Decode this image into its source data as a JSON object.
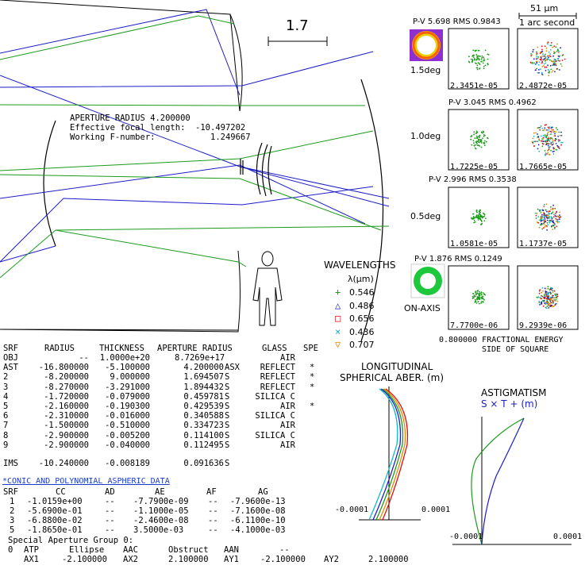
{
  "scale_bar": {
    "label": "1.7"
  },
  "info_box": {
    "line1": "APERTURE RADIUS 4.200000",
    "line2": "Effective focal length:  -10.497202",
    "line3": "Working F-number:           1.249667"
  },
  "spot": {
    "scale_label": "51 µm",
    "arc_label": "1 arc second",
    "rows": [
      {
        "pv": "P-V 5.698 RMS 0.9843",
        "field": "1.5deg",
        "left_val": "2.3451e-05",
        "right_val": "2.4872e-05"
      },
      {
        "pv": "P-V 3.045 RMS 0.4962",
        "field": "1.0deg",
        "left_val": "1.7225e-05",
        "right_val": "1.7665e-05"
      },
      {
        "pv": "P-V 2.996 RMS 0.3538",
        "field": "0.5deg",
        "left_val": "1.0581e-05",
        "right_val": "1.1737e-05"
      },
      {
        "pv": "P-V 1.876 RMS 0.1249",
        "field": "ON-AXIS",
        "left_val": "7.7700e-06",
        "right_val": "9.2939e-06"
      }
    ],
    "caption1": "0.800000 FRACTIONAL ENERGY",
    "caption2": "SIDE OF SQUARE"
  },
  "wavelengths": {
    "title": "WAVELENGTHS",
    "unit": "λ(µm)",
    "items": [
      {
        "symbol": "+",
        "value": "0.546",
        "color": "#1a9a1a"
      },
      {
        "symbol": "△",
        "value": "0.486",
        "color": "#1c1cc8"
      },
      {
        "symbol": "□",
        "value": "0.656",
        "color": "#e01010"
      },
      {
        "symbol": "×",
        "value": "0.436",
        "color": "#10b8c8"
      },
      {
        "symbol": "▽",
        "value": "0.707",
        "color": "#e08a00"
      }
    ]
  },
  "lens_table": {
    "headers": [
      "SRF",
      "RADIUS",
      "THICKNESS",
      "APERTURE RADIUS",
      "GLASS",
      "SPE"
    ],
    "rows": [
      [
        "OBJ",
        "--",
        "1.0000e+20",
        "8.7269e+17",
        "",
        "AIR",
        ""
      ],
      [
        "AST",
        "-16.800000",
        "-5.100000",
        "4.200000",
        "ASX",
        "REFLECT",
        "*"
      ],
      [
        "2",
        "-8.200000",
        "9.000000",
        "1.694507",
        "S",
        "REFLECT",
        "*"
      ],
      [
        "3",
        "-8.270000",
        "-3.291000",
        "1.894432",
        "S",
        "REFLECT",
        "*"
      ],
      [
        "4",
        "-1.720000",
        "-0.079000",
        "0.459781",
        "S",
        "SILICA C",
        ""
      ],
      [
        "5",
        "-2.160000",
        "-0.190300",
        "0.429539",
        "S",
        "AIR",
        "*"
      ],
      [
        "6",
        "-2.310000",
        "-0.016000",
        "0.340588",
        "S",
        "SILICA C",
        ""
      ],
      [
        "7",
        "-1.500000",
        "-0.510000",
        "0.334723",
        "S",
        "AIR",
        ""
      ],
      [
        "8",
        "-2.900000",
        "-0.005200",
        "0.114100",
        "S",
        "SILICA C",
        ""
      ],
      [
        "9",
        "-2.900000",
        "-0.040000",
        "0.112495",
        "S",
        "AIR",
        ""
      ]
    ],
    "ims": [
      "IMS",
      "-10.240000",
      "-0.008189",
      "0.091636",
      "S",
      "",
      ""
    ]
  },
  "conic": {
    "link": "*CONIC AND POLYNOMIAL ASPHERIC DATA",
    "headers": [
      "SRF",
      "CC",
      "AD",
      "AE",
      "AF",
      "AG"
    ],
    "rows": [
      [
        "1",
        "-1.0159e+00",
        "--",
        "-7.7900e-09",
        "--",
        "-7.9600e-13"
      ],
      [
        "2",
        "-5.6900e-01",
        "--",
        "-1.1000e-05",
        "--",
        "-7.1600e-08"
      ],
      [
        "3",
        "-6.8800e-02",
        "--",
        "-2.4600e-08",
        "--",
        "-6.1100e-10"
      ],
      [
        "5",
        "-1.8650e-01",
        "--",
        "3.5000e-03",
        "--",
        "-4.1000e-03"
      ]
    ]
  },
  "aperture_group": {
    "title": "Special Aperture Group 0:",
    "row1": [
      "0",
      "ATP",
      "Ellipse",
      "AAC",
      "Obstruct",
      "AAN",
      "--"
    ],
    "row2": [
      "AX1",
      "-2.100000",
      "AX2",
      "2.100000",
      "AY1",
      "-2.100000",
      "AY2",
      "2.100000"
    ]
  },
  "longitudinal": {
    "title1": "LONGITUDINAL",
    "title2": "SPHERICAL ABER. (m)",
    "xmin_label": "-0.0001",
    "xmax_label": "0.0001"
  },
  "astigmatism": {
    "title": "ASTIGMATISM",
    "legend": "S × T + (m)",
    "xmin_label": "-0.0001",
    "xmax_label": "0.0001"
  }
}
